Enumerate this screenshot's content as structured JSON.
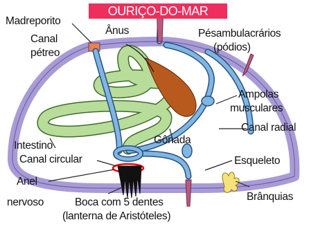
{
  "title": "OURIÇO-DO-MAR",
  "labels": {
    "madreporito": "Madreporito",
    "anus": "Ânus",
    "pes_ambulacrarios": "Pésambulacrários",
    "podios": "(pódios)",
    "canal_petreo_1": "Canal",
    "canal_petreo_2": "pétreo",
    "ampolas_1": "Ampolas",
    "ampolas_2": "musculares",
    "canal_radial": "Canal radial",
    "intestino": "Intestino",
    "gonada": "Gônada",
    "canal_circular": "Canal circular",
    "esqueleto": "Esqueleto",
    "anel_1": "Anel",
    "anel_2": "nervoso",
    "boca": "Boca com 5 dentes",
    "lanterna": "(lanterna de Aristóteles)",
    "branquias": "Brânquias"
  },
  "colors": {
    "title_bg": "#ee2e5c",
    "skeleton": "#a99bd6",
    "intestine": "#b8dc9a",
    "water_canal": "#7fb6e2",
    "gonad": "#b85a1e",
    "madreporite": "#f0804a",
    "nerve_ring": "#ff0000",
    "teeth": "#111111",
    "gills": "#f6e27a",
    "podia": "#b85a80"
  }
}
